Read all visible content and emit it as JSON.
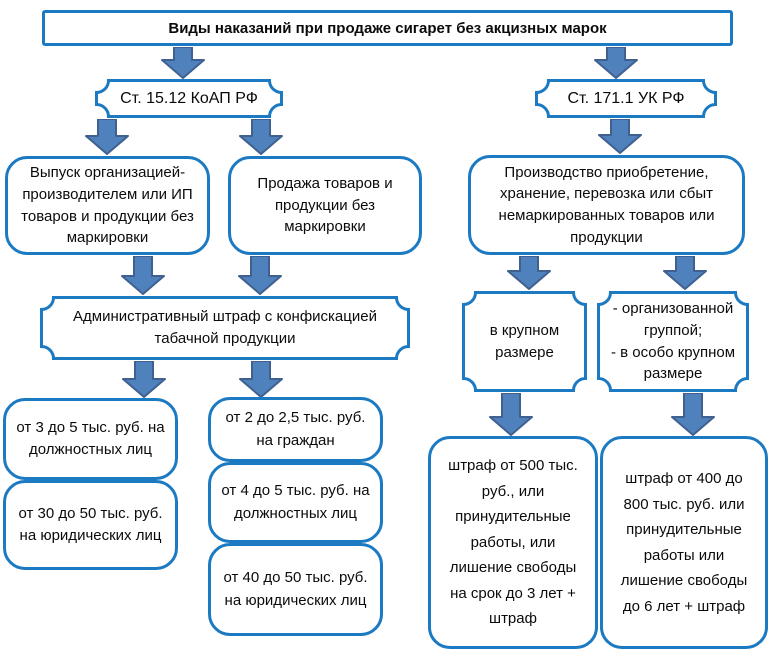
{
  "title": "Виды наказаний при продаже сигарет без акцизных марок",
  "left_branch": {
    "law": "Ст. 15.12 КоАП РФ",
    "offenses": [
      "Выпуск организацией-производителем или ИП товаров и продукции без маркировки",
      "Продажа товаров и продукции без маркировки"
    ],
    "penalty_header": "Административный штраф с конфискацией табачной продукции",
    "fines_col1": [
      "от 3 до 5 тыс. руб. на должностных лиц",
      "от 30 до 50 тыс. руб. на юридических лиц"
    ],
    "fines_col2": [
      "от 2 до 2,5 тыс. руб. на граждан",
      "от 4 до 5 тыс. руб. на должностных лиц",
      "от 40 до 50 тыс. руб. на юридических лиц"
    ]
  },
  "right_branch": {
    "law": "Ст. 171.1 УК РФ",
    "offense": "Производство приобретение, хранение, перевозка или сбыт немаркированных товаров или продукции",
    "qualifiers": [
      "в крупном размере",
      "- организованной группой;\n- в особо  крупном размере"
    ],
    "penalties": [
      "штраф от 500 тыс. руб., или принудительные работы, или лишение свободы на срок до 3 лет + штраф",
      "штраф от 400 до 800 тыс. руб. или принудительные работы или лишение свободы до 6 лет + штраф"
    ]
  },
  "colors": {
    "box_border": "#1b7ac1",
    "arrow_fill": "#4f81bd",
    "arrow_stroke": "#40618f",
    "text": "#0b0b0b"
  }
}
